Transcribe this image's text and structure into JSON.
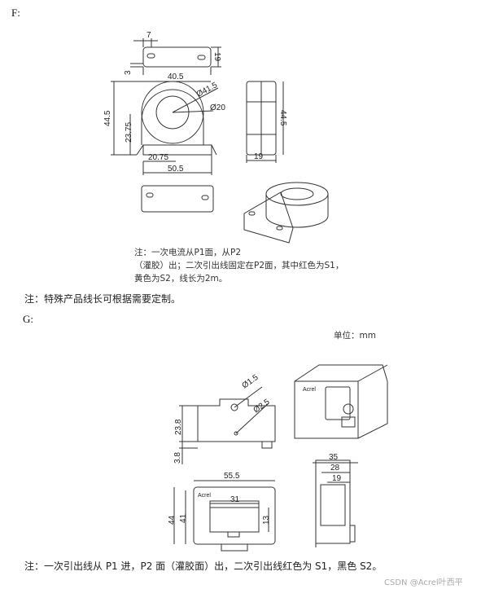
{
  "sections": {
    "f_label": "F:",
    "g_label": "G:"
  },
  "f": {
    "dims": {
      "d7": "7",
      "d19_top": "19",
      "d3": "3",
      "d40_5": "40.5",
      "phi41_5": "Ø41.5",
      "phi20": "Ø20",
      "d44_5_left": "44.5",
      "d23_75": "23.75",
      "d20_75": "20.75",
      "d50_5": "50.5",
      "d44_5_right": "44.5",
      "d19_side": "19"
    },
    "note_lines": [
      "注：一次电流从P1面，从P2",
      "（灌胶）出；二次引出线固定在P2面，其中红色为S1，",
      "黄色为S2，线长为2m。"
    ]
  },
  "mid_note": "注：特殊产品线长可根据需要定制。",
  "g": {
    "unit": "单位：mm",
    "dims": {
      "phi1_5": "Ø1.5",
      "phi2_5": "Ø2.5",
      "d23_8": "23.8",
      "d3_8": "3.8",
      "d55_5": "55.5",
      "d31": "31",
      "d13": "13",
      "d44": "44",
      "d41": "41",
      "d35": "35",
      "d28": "28",
      "d19": "19"
    },
    "logo_text": "Acrel",
    "note": "注：一次引出线从 P1 进，P2 面（灌胶面）出，二次引出线红色为 S1，黑色 S2。"
  },
  "watermark": "CSDN @Acrel叶西平"
}
